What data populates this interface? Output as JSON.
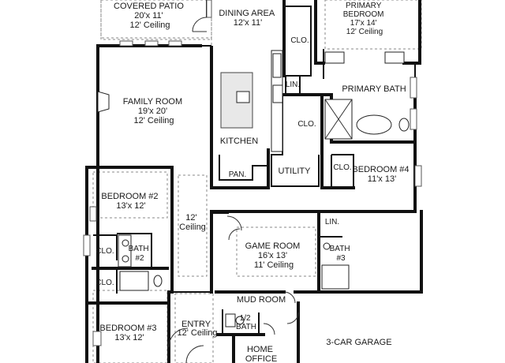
{
  "rooms": {
    "covered_patio": [
      "COVERED PATIO",
      "20'x 11'",
      "12' Ceiling"
    ],
    "dining_area": [
      "DINING AREA",
      "12'x 11'"
    ],
    "primary_bedroom": [
      "PRIMARY",
      "BEDROOM",
      "17'x 14'",
      "12' Ceiling"
    ],
    "clo_primary": [
      "CLO."
    ],
    "lin_1": [
      "LIN."
    ],
    "primary_bath": [
      "PRIMARY BATH"
    ],
    "family_room": [
      "FAMILY ROOM",
      "19'x 20'",
      "12' Ceiling"
    ],
    "clo_2": [
      "CLO."
    ],
    "kitchen": [
      "KITCHEN"
    ],
    "pan": [
      "PAN."
    ],
    "utility": [
      "UTILITY"
    ],
    "clo_bed4": [
      "CLO."
    ],
    "bedroom_4": [
      "BEDROOM #4",
      "11'x 13'"
    ],
    "bedroom_2": [
      "BEDROOM #2",
      "13'x 12'"
    ],
    "hall_ceiling": [
      "12'",
      "Ceiling"
    ],
    "lin_2": [
      "LIN."
    ],
    "game_room": [
      "GAME ROOM",
      "16'x 13'",
      "11' Ceiling"
    ],
    "clo_bed2": [
      "CLO."
    ],
    "bath_2": [
      "BATH",
      "#2"
    ],
    "bath_3": [
      "BATH",
      "#3"
    ],
    "clo_bath2": [
      "CLO."
    ],
    "mud_room": [
      "MUD ROOM"
    ],
    "half_bath": [
      "1/2",
      "BATH"
    ],
    "bedroom_3": [
      "BEDROOM #3",
      "13'x 12'"
    ],
    "entry": [
      "ENTRY",
      "12' Ceiling"
    ],
    "home_office": [
      "HOME",
      "OFFICE"
    ],
    "garage": [
      "3-CAR GARAGE"
    ]
  }
}
